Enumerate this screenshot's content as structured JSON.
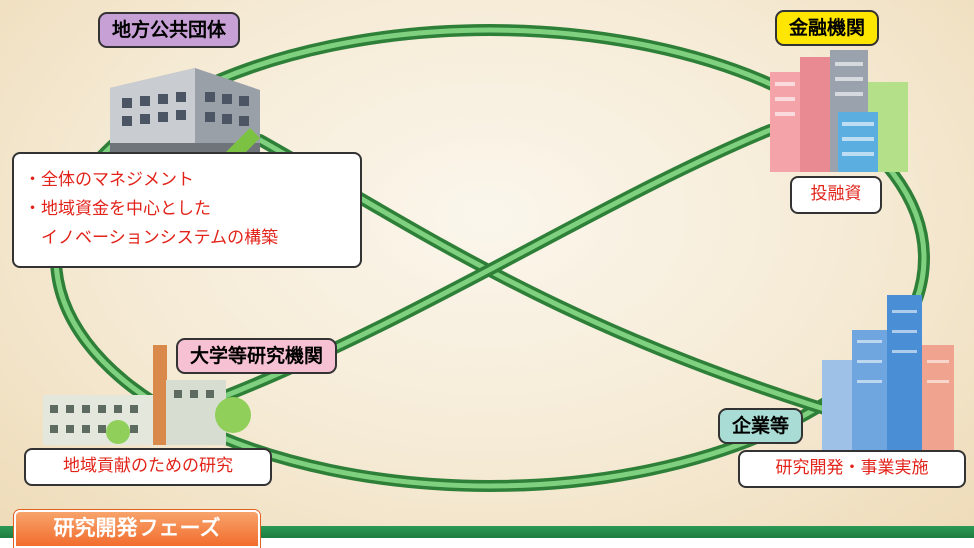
{
  "local_gov": {
    "title": "地方公共団体",
    "roles": [
      "・全体のマネジメント",
      "・地域資金を中心とした",
      "　イノベーションシステムの構築"
    ],
    "color": "#c7a0d6"
  },
  "financial": {
    "title": "金融機関",
    "role": "投融資",
    "color": "#ffe600"
  },
  "university": {
    "title": "大学等研究機関",
    "role": "地域貢献のための研究",
    "color": "#f7c1d4"
  },
  "company": {
    "title": "企業等",
    "role": "研究開発・事業実施",
    "color": "#a9dcd4"
  },
  "phase": {
    "label": "研究開発フェーズ"
  },
  "colors": {
    "loop": "#3aa34a",
    "role_text": "#e2231a",
    "phase_tab": "#f26d2e",
    "phase_bar": "#1d7c40"
  }
}
